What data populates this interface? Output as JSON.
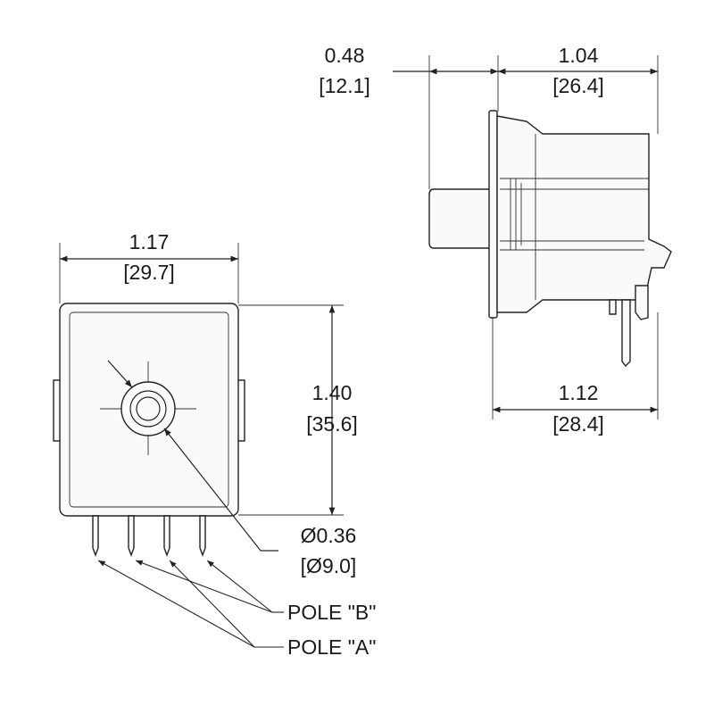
{
  "dimensions": {
    "side_button_length": {
      "inch": "0.48",
      "mm": "[12.1]"
    },
    "side_body_length": {
      "inch": "1.04",
      "mm": "[26.4]"
    },
    "front_width": {
      "inch": "1.17",
      "mm": "[29.7]"
    },
    "front_height": {
      "inch": "1.40",
      "mm": "[35.6]"
    },
    "side_overall_length": {
      "inch": "1.12",
      "mm": "[28.4]"
    },
    "button_diameter": {
      "inch": "Ø0.36",
      "mm": "[Ø9.0]"
    }
  },
  "callouts": {
    "pole_b": "POLE \"B\"",
    "pole_a": "POLE \"A\""
  }
}
